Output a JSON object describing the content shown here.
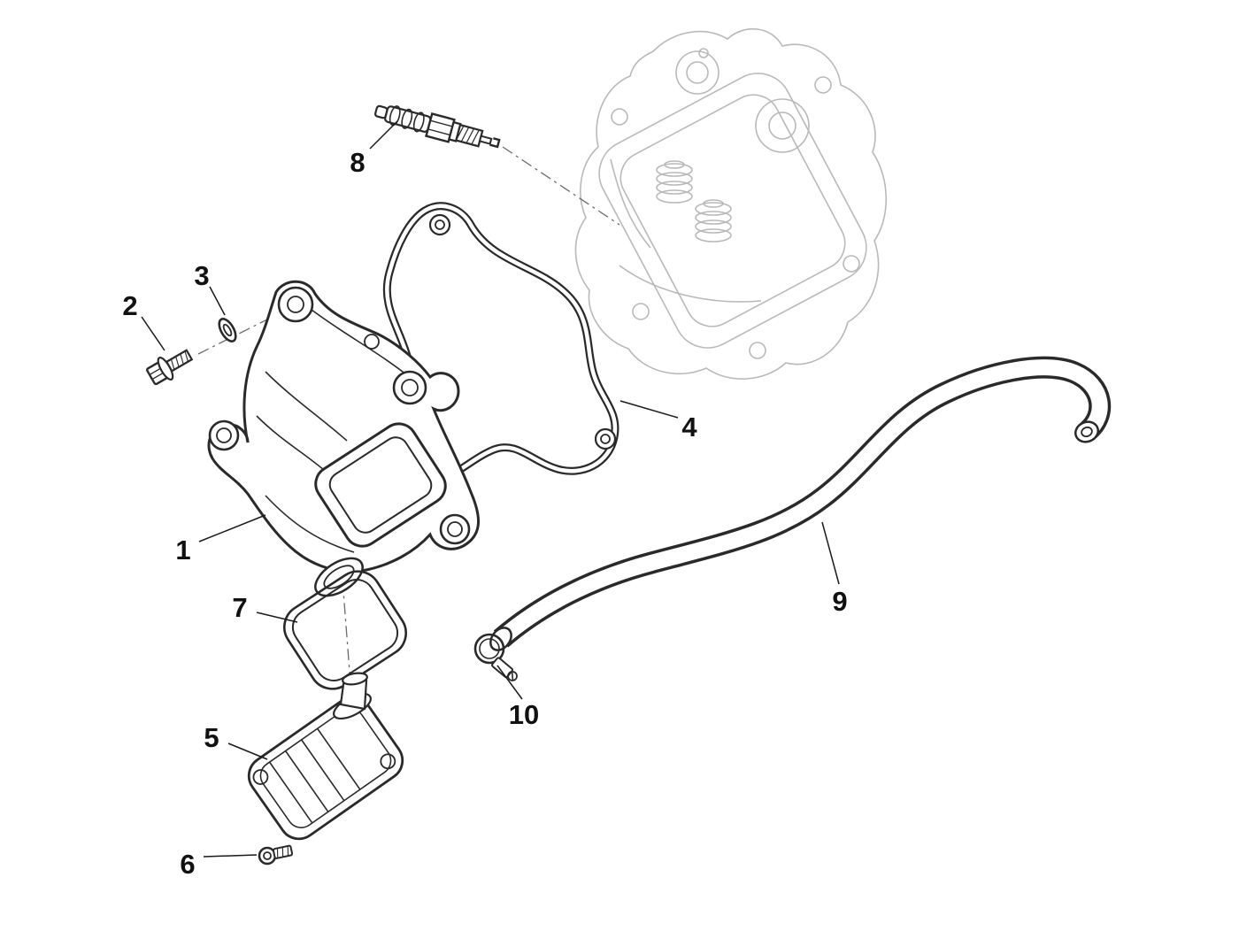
{
  "figure": {
    "type": "exploded-parts-diagram",
    "background": "#ffffff"
  },
  "colors": {
    "line": "#2a2a2a",
    "ghost_part": "#b9b9b9",
    "axis_dash": "#6b6b6b",
    "label_text": "#111111"
  },
  "callouts": [
    "1",
    "2",
    "3",
    "4",
    "5",
    "6",
    "7",
    "8",
    "9",
    "10"
  ]
}
